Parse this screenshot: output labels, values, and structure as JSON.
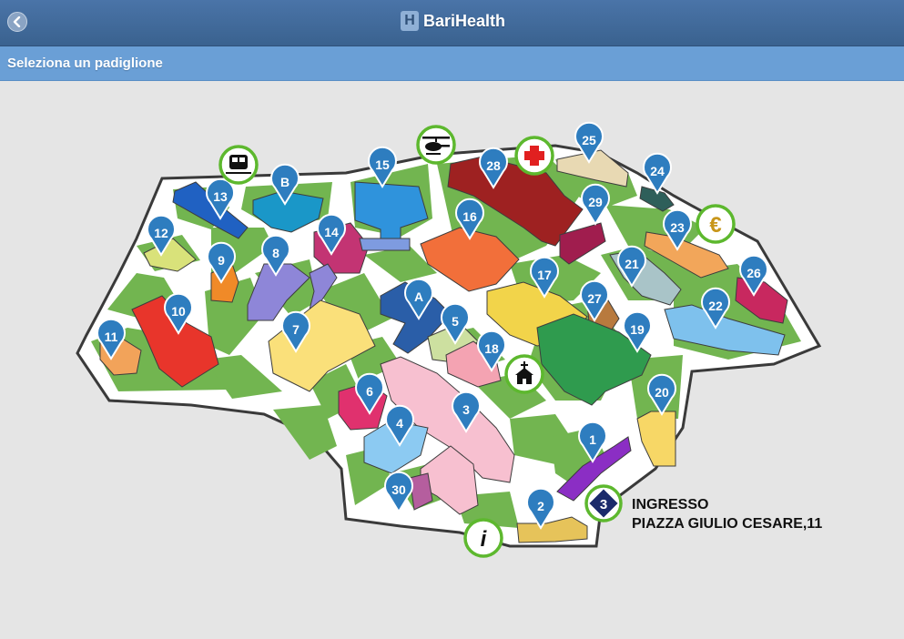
{
  "app": {
    "name": "BariHealth",
    "logo_letter": "H"
  },
  "page": {
    "title": "Seleziona un padiglione"
  },
  "entrance": {
    "badge": "3",
    "line1": "INGRESSO",
    "line2": "PIAZZA GIULIO CESARE,11"
  },
  "map": {
    "pins": [
      "1",
      "2",
      "3",
      "4",
      "5",
      "6",
      "7",
      "8",
      "9",
      "10",
      "11",
      "12",
      "13",
      "14",
      "15",
      "16",
      "17",
      "18",
      "19",
      "20",
      "21",
      "22",
      "23",
      "24",
      "25",
      "26",
      "27",
      "28",
      "29",
      "30",
      "A",
      "B"
    ],
    "services": [
      {
        "id": "train",
        "icon": "train-icon"
      },
      {
        "id": "helicopter",
        "icon": "helicopter-icon"
      },
      {
        "id": "emergency",
        "icon": "red-cross-icon"
      },
      {
        "id": "bank",
        "icon": "euro-icon"
      },
      {
        "id": "church",
        "icon": "church-icon"
      },
      {
        "id": "info",
        "icon": "info-icon",
        "label": "i"
      }
    ],
    "colors": {
      "grass": "#72b550",
      "path": "#ffffff",
      "pin": "#2e7dbf",
      "service_ring": "#5db82e"
    }
  }
}
